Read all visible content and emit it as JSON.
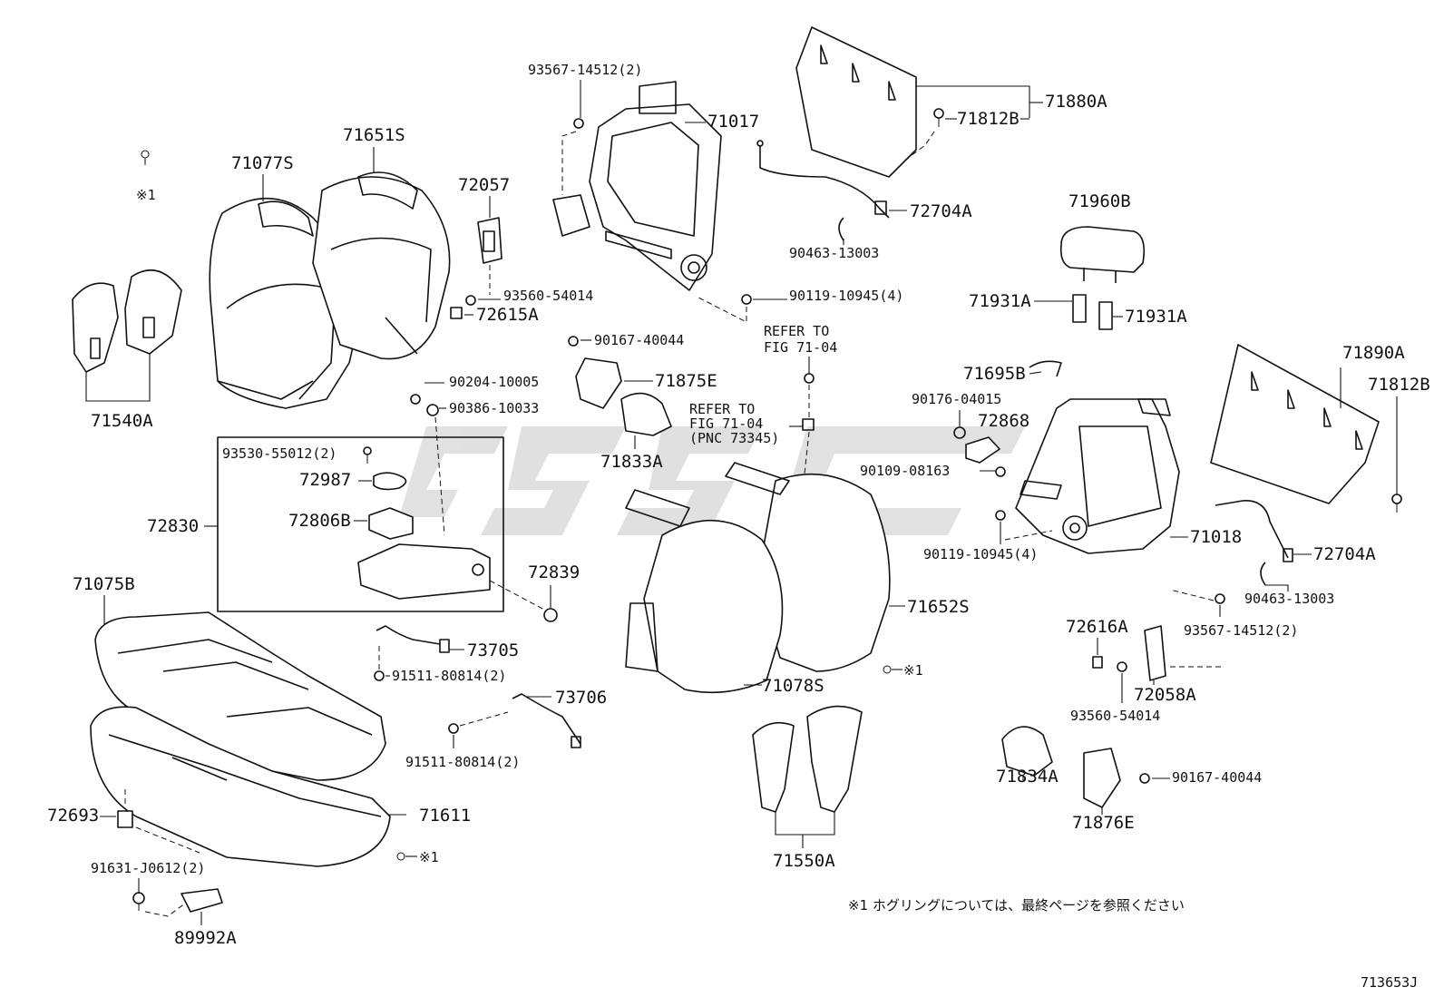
{
  "diagram_code": "713653J",
  "footnote": "※1 ホグリングについては、最終ページを参照ください",
  "refer_notes": {
    "refer1_line1": "REFER TO",
    "refer1_line2": "FIG 71-04",
    "refer2_line1": "REFER TO",
    "refer2_line2": "FIG 71-04",
    "refer2_line3": "(PNC 73345)"
  },
  "hog_ring_marks": [
    "※1",
    "※1",
    "※1"
  ],
  "parts": {
    "p71077S": "71077S",
    "p71651S": "71651S",
    "p71540A": "71540A",
    "p72057": "72057",
    "p93560_54014_a": "93560-54014",
    "p72615A": "72615A",
    "p93567_14512_a": "93567-14512(2)",
    "p71017": "71017",
    "p90119_10945_a": "90119-10945(4)",
    "p71880A": "71880A",
    "p71812B_a": "71812B",
    "p72704A_a": "72704A",
    "p90463_13003_a": "90463-13003",
    "p71960B": "71960B",
    "p71931A_a": "71931A",
    "p71931A_b": "71931A",
    "p71890A": "71890A",
    "p71812B_b": "71812B",
    "p90167_40044_a": "90167-40044",
    "p71875E": "71875E",
    "p71833A": "71833A",
    "p90204_10005": "90204-10005",
    "p90386_10033": "90386-10033",
    "p93530_55012": "93530-55012(2)",
    "p72987": "72987",
    "p72830": "72830",
    "p72806B": "72806B",
    "p72839": "72839",
    "p71695B": "71695B",
    "p90176_04015": "90176-04015",
    "p72868": "72868",
    "p90109_08163": "90109-08163",
    "p90119_10945_b": "90119-10945(4)",
    "p71018": "71018",
    "p72704A_b": "72704A",
    "p90463_13003_b": "90463-13003",
    "p93567_14512_b": "93567-14512(2)",
    "p71075B": "71075B",
    "p73705": "73705",
    "p91511_80814_a": "91511-80814(2)",
    "p73706": "73706",
    "p91511_80814_b": "91511-80814(2)",
    "p71652S": "71652S",
    "p71078S": "71078S",
    "p72616A": "72616A",
    "p72058A": "72058A",
    "p93560_54014_b": "93560-54014",
    "p72693": "72693",
    "p71611": "71611",
    "p91631_J0612": "91631-J0612(2)",
    "p89992A": "89992A",
    "p71550A": "71550A",
    "p71834A": "71834A",
    "p90167_40044_b": "90167-40044",
    "p71876E": "71876E"
  }
}
